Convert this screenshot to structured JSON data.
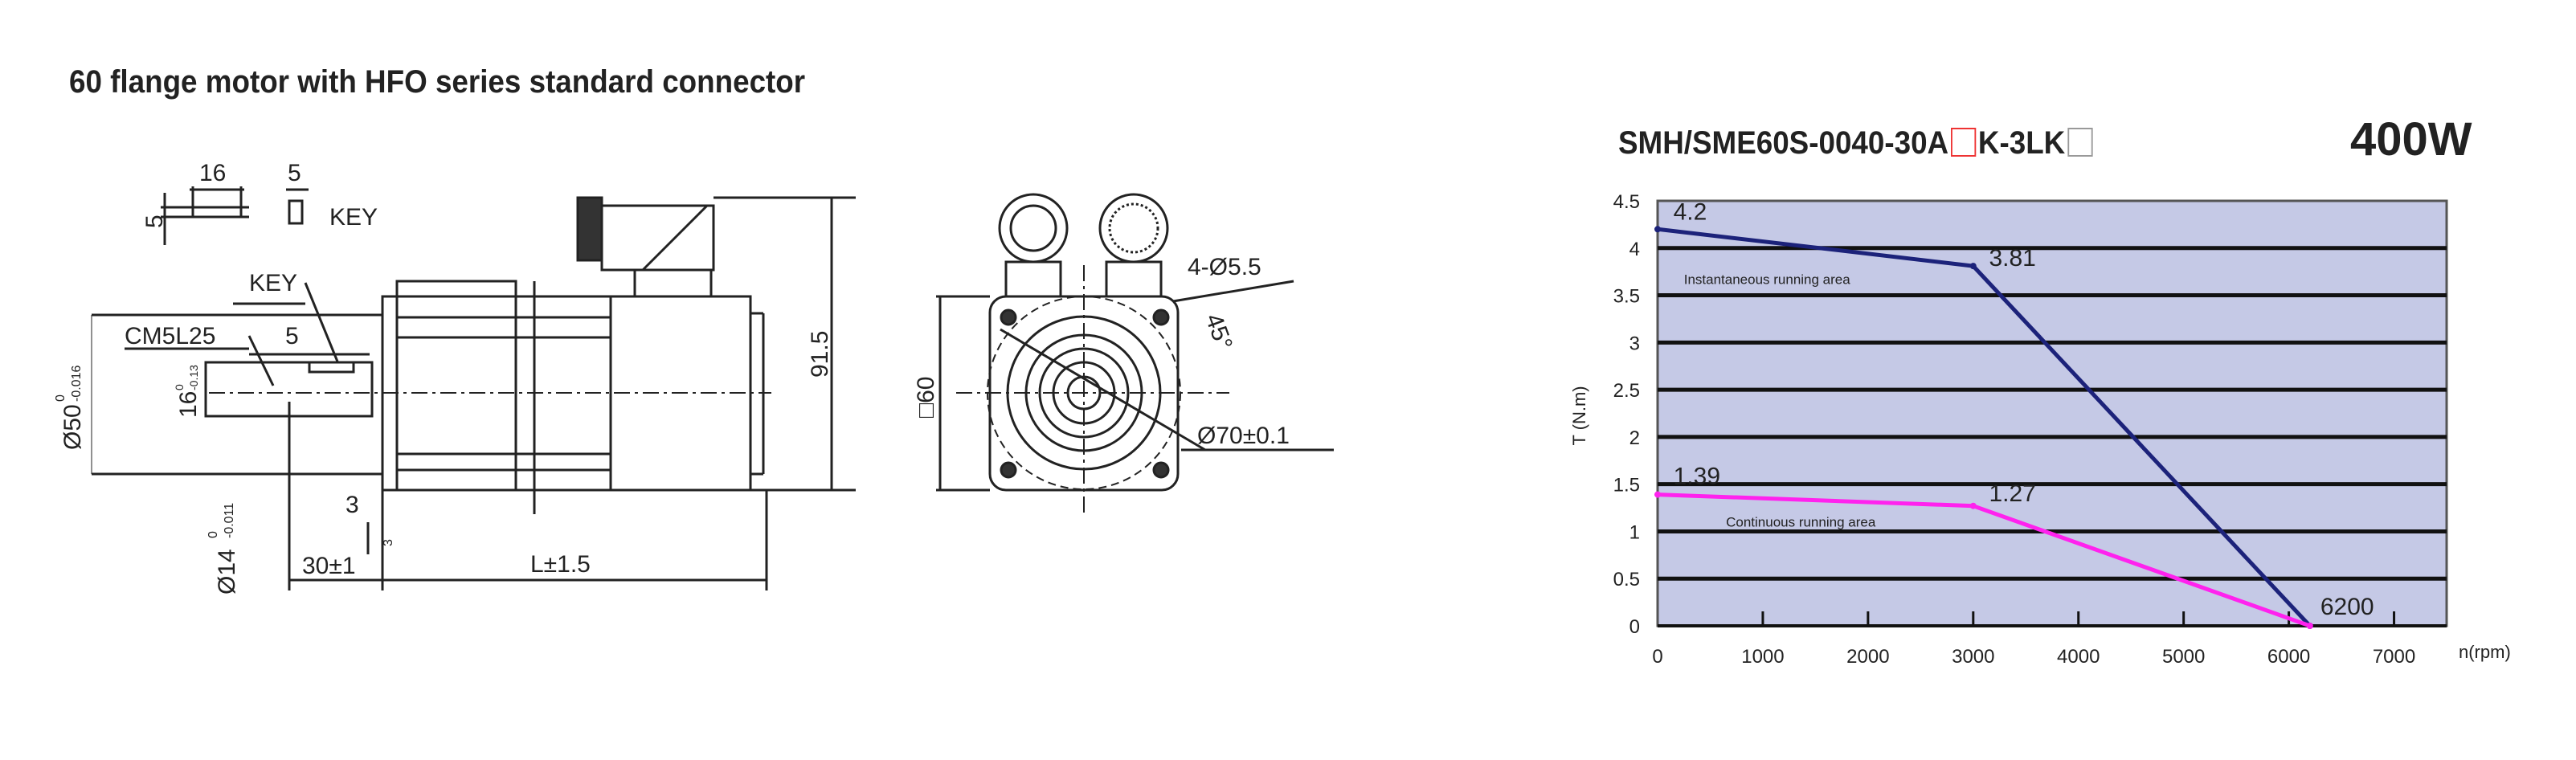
{
  "drawing": {
    "title": "60 flange motor with HFO series standard connector",
    "labels": {
      "key_width": "16",
      "key_height": "5",
      "key_side": "5",
      "key_label_1": "KEY",
      "key_label_2": "KEY",
      "thread": "CM5L25",
      "key_w2": "5",
      "height_total": "91.5",
      "holes": "4-Ø5.5",
      "angle": "45°",
      "square": "□60",
      "pcd": "Ø70±0.1",
      "flange_thk": "3",
      "shaft_len": "30±1",
      "body_len": "L±1.5",
      "spigot": "Ø50",
      "spigot_tol_top": "0",
      "spigot_tol_bot": "-0.016",
      "key_depth": "16",
      "key_depth_tol_top": "0",
      "key_depth_tol_bot": "-0.13",
      "shaft_dia": "Ø14",
      "shaft_tol_top": "0",
      "shaft_tol_bot": "-0.011",
      "small_dim": "3"
    }
  },
  "model": {
    "part1": "SMH/SME60S-0040-30A",
    "part2": "K-3LK",
    "power": "400W",
    "box_color_1": "#e33333",
    "box_color_2": "#999999"
  },
  "chart_data": {
    "type": "line",
    "title": "SMH/SME60S-0040-30A□K-3LK□ 400W",
    "xlabel": "n(rpm)",
    "ylabel": "T (N.m)",
    "xlim": [
      0,
      7500
    ],
    "ylim": [
      0,
      4.5
    ],
    "xticks": [
      "0",
      "1000",
      "2000",
      "3000",
      "4000",
      "5000",
      "6000",
      "7000"
    ],
    "yticks": [
      "0",
      "0.5",
      "1",
      "1.5",
      "2",
      "2.5",
      "3",
      "3.5",
      "4",
      "4.5"
    ],
    "grid": true,
    "background": "#c5c9e6",
    "series": [
      {
        "name": "Instantaneous running area",
        "color": "#1c227a",
        "x": [
          0,
          3000,
          6200
        ],
        "y": [
          4.2,
          3.81,
          0
        ]
      },
      {
        "name": "Continuous running area",
        "color": "#ff22ee",
        "x": [
          0,
          3000,
          6200
        ],
        "y": [
          1.39,
          1.27,
          0
        ]
      }
    ],
    "annotations": [
      {
        "text": "4.2",
        "x": 150,
        "y": 4.3
      },
      {
        "text": "3.81",
        "x": 3150,
        "y": 3.81
      },
      {
        "text": "1.39",
        "x": 150,
        "y": 1.5
      },
      {
        "text": "1.27",
        "x": 3150,
        "y": 1.32
      },
      {
        "text": "6200",
        "x": 6300,
        "y": 0.12
      }
    ]
  }
}
